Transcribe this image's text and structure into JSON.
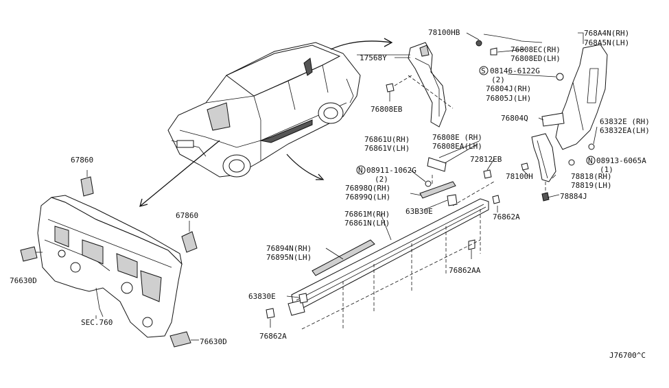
{
  "diagram_id": "J76700^C",
  "labels": {
    "l_67860_a": "67860",
    "l_67860_b": "67860",
    "l_76630d_a": "76630D",
    "l_76630d_b": "76630D",
    "l_sec760": "SEC.760",
    "l_78100hb": "78100HB",
    "l_768a4n": "768A4N(RH)",
    "l_768a5n": "768A5N(LH)",
    "l_17568y": "17568Y",
    "l_76808ec": "76808EC(RH)",
    "l_76808ed": "76808ED(LH)",
    "l_08146": "08146-6122G",
    "l_08146_qty": "(2)",
    "l_76804j": "76804J(RH)",
    "l_76805j": "76805J(LH)",
    "l_76808eb": "76808EB",
    "l_76804q": "76804Q",
    "l_63832e": "63832E (RH)",
    "l_63832ea": "63832EA(LH)",
    "l_76861u": "76861U(RH)",
    "l_76861v": "76861V(LH)",
    "l_76808e": "76808E  (RH)",
    "l_76808ea": "76808EA(LH)",
    "l_08911": "08911-1062G",
    "l_08911_qty": "(2)",
    "l_72812eb": "72812EB",
    "l_78100h": "78100H",
    "l_08913": "08913-6065A",
    "l_08913_qty": "(1)",
    "l_78818": "78818(RH)",
    "l_78819": "78819(LH)",
    "l_76898q": "76898Q(RH)",
    "l_76899q": "76899Q(LH)",
    "l_78884j": "78884J",
    "l_63830e_top": "63B30E",
    "l_76861m": "76861M(RH)",
    "l_76861n": "76861N(LH)",
    "l_76862a_r": "76862A",
    "l_76894n": "76894N(RH)",
    "l_76895n": "76895N(LH)",
    "l_76862aa": "76862AA",
    "l_63830e": "63830E",
    "l_76862a_b": "76862A",
    "sym_n1": "N",
    "sym_n2": "N",
    "sym_s": "S"
  }
}
